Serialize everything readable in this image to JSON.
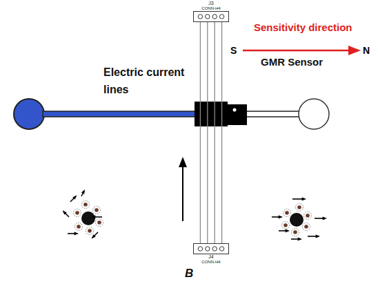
{
  "diagram": {
    "nodes": [
      {
        "text": [
          "J3",
          "CONN-H4"
        ]
      },
      {
        "text": [
          "J4",
          "CONN-H4"
        ]
      }
    ],
    "edges": [
      {
        "from": 0,
        "to": 1,
        "arrow": "none"
      }
    ],
    "labels": [
      "Sensitivity direction",
      "S",
      "N",
      "Electric current lines",
      "GMR Sensor",
      "B"
    ]
  }
}
